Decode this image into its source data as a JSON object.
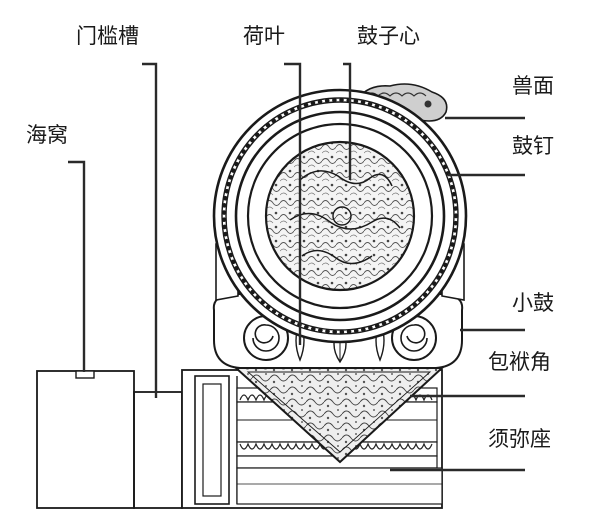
{
  "labels": {
    "menkancao": "门槛槽",
    "heye": "荷叶",
    "guzixin": "鼓子心",
    "shoumian": "兽面",
    "haiwo": "海窝",
    "guding": "鼓钉",
    "xiaogu": "小鼓",
    "baofujiao": "包袱角",
    "xumizuo": "须弥座"
  }
}
